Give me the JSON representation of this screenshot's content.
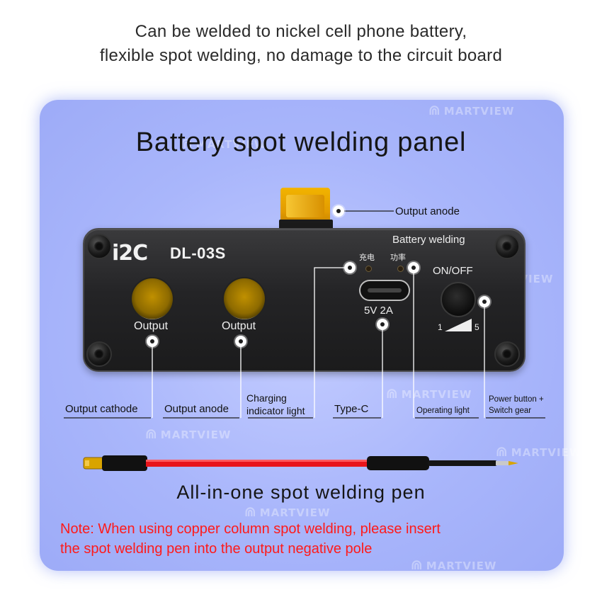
{
  "headline": {
    "line1": "Can be welded to nickel cell phone battery,",
    "line2": "flexible spot welding, no damage to the circuit board"
  },
  "panel": {
    "title": "Battery spot welding panel"
  },
  "device": {
    "brand": "i2C",
    "model": "DL-03S",
    "battery_welding_label": "Battery welding",
    "charge_cn": "充电",
    "power_cn": "功率",
    "socket_left_label": "Output",
    "socket_right_label": "Output",
    "typec_spec": "5V 2A",
    "onoff_label": "ON/OFF",
    "gear_min": "1",
    "gear_max": "5"
  },
  "callouts": {
    "output_anode_top": "Output anode",
    "output_cathode": "Output cathode",
    "output_anode": "Output anode",
    "charging_line1": "Charging",
    "charging_line2": "indicator light",
    "type_c": "Type-C",
    "operating_light": "Operating light",
    "power_line1": "Power button +",
    "power_line2": "Switch gear"
  },
  "pen": {
    "title": "All-in-one spot welding pen",
    "wire_color": "#e8141b"
  },
  "note": {
    "line1": "Note: When using copper column spot welding, please insert",
    "line2": "the spot welding pen into the output negative pole",
    "color": "#ff1a1a"
  },
  "watermark": {
    "text": "MARTVIEW"
  },
  "colors": {
    "card_bg": "#a9b6fb",
    "device_body": "#242426",
    "plug_gold": "#e19a00"
  }
}
